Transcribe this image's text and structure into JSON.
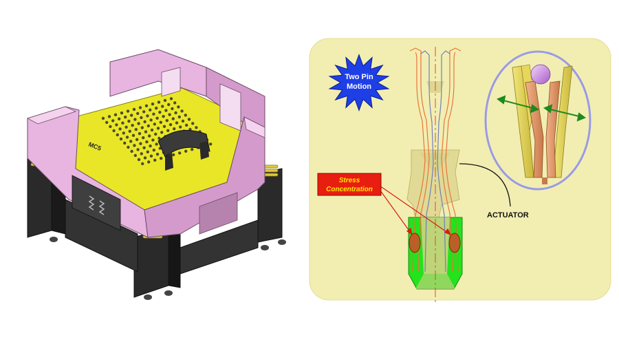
{
  "socket": {
    "marking": "MC5"
  },
  "panel": {
    "burst_line1": "Two Pin",
    "burst_line2": "Motion",
    "stress_line1": "Stress",
    "stress_line2": "Concentration",
    "actuator_label": "ACTUATOR"
  },
  "colors": {
    "socket_frame": "#E8B4E0",
    "socket_frame_dark": "#B983B0",
    "socket_base": "#2A2A2A",
    "socket_board": "#E9E628",
    "spring": "#E0C93A",
    "panel_bg": "#F2EEB2",
    "burst": "#1E3FE6",
    "stress_box": "#E81E10",
    "stress_text": "#FFE800",
    "pin_orange": "#E8743A",
    "pin_blue": "#6E7FB8",
    "actuator_green": "#24E21C",
    "actuator_fill": "#D8D18A",
    "ellipse_ring": "#9A9AE6",
    "arrow_green": "#1E8A1E",
    "ball": "#C98AE0"
  }
}
